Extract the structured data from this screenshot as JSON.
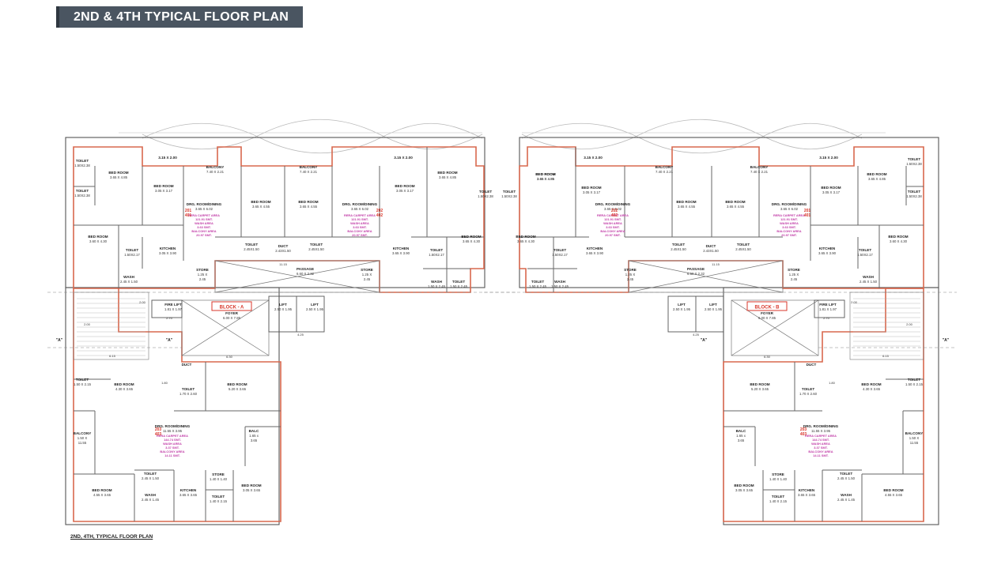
{
  "header": {
    "title": "2ND & 4TH TYPICAL FLOOR PLAN"
  },
  "caption": "2ND, 4TH, TYPICAL FLOOR PLAN",
  "colors": {
    "title_bg": "#4a5561",
    "outline": "#d8684e",
    "wall": "#555555",
    "pink": "#c03aa6",
    "red": "#d8372b"
  },
  "blocks": [
    {
      "label": "BLOCK - A"
    },
    {
      "label": "BLOCK - B"
    }
  ],
  "rooms": {
    "a_toilet_tl1": [
      "TOILET",
      "1.50X2.38"
    ],
    "a_toilet_tl2": [
      "TOILET",
      "1.50X2.38"
    ],
    "a_bed_1": [
      "BED ROOM",
      "3.65 X 4.85"
    ],
    "a_bed_2": [
      "BED ROOM",
      "3.05 X 3.17"
    ],
    "a_dim_top1": [
      "3.15 X 2.00"
    ],
    "a_balc_1": [
      "BALCONY",
      "7.40 X 2.21"
    ],
    "a_bed_3": [
      "BED ROOM",
      "3.65 X 4.55"
    ],
    "a_drg_1": [
      "DRG. ROOM/DINING",
      "3.65 X 6.02"
    ],
    "a_bed_4": [
      "BED ROOM",
      "3.65 X 4.85"
    ],
    "a_bed_5": [
      "BED ROOM",
      "3.60 X 4.30"
    ],
    "a_toilet_3": [
      "TOILET",
      "1.50X2.17"
    ],
    "a_kitchen_1": [
      "KITCHEN",
      "3.05 X 3.90"
    ],
    "a_wash_1": [
      "WASH",
      "2.45 X 1.50"
    ],
    "a_store_1": [
      "STORE",
      "1.25 X",
      "2.45"
    ],
    "a_toilet_4": [
      "TOILET",
      "2.45X1.50"
    ],
    "a_toilet_5": [
      "TOILET",
      "2.45X1.50"
    ],
    "a_duct_1": [
      "DUCT",
      "2.43X1.50"
    ],
    "a_passage": [
      "PASSAGE",
      "6.60 X 2.32"
    ],
    "a_store_2": [
      "STORE",
      "1.25 X",
      "2.45"
    ],
    "a_balc_2": [
      "BALCONY",
      "7.40 X 2.21"
    ],
    "a_dim_top2": [
      "3.15 X 2.00"
    ],
    "a_bed_6": [
      "BED ROOM",
      "3.65 X 4.55"
    ],
    "a_drg_2": [
      "DRG. ROOM/DINING",
      "3.65 X 6.02"
    ],
    "a_bed_7": [
      "BED ROOM",
      "3.05 X 3.17"
    ],
    "a_bed_8": [
      "BED ROOM",
      "3.65 X 4.85"
    ],
    "a_kitchen_2": [
      "KITCHEN",
      "3.65 X 3.90"
    ],
    "a_toilet_6": [
      "TOILET",
      "1.50X2.17"
    ],
    "a_bed_9": [
      "BED ROOM",
      "3.65 X 4.30"
    ],
    "a_toilet_7": [
      "TOILET",
      "1.50X2.38"
    ],
    "a_wash_2": [
      "WASH",
      "1.50 X 2.45"
    ],
    "a_toilet_8": [
      "TOILET",
      "1.50 X 2.45"
    ],
    "a_fire_lift": [
      "FIRE LIFT",
      "1.81 X 1.97"
    ],
    "a_lift_1": [
      "LIFT",
      "2.50 X 1.95"
    ],
    "a_lift_2": [
      "LIFT",
      "2.50 X 1.95"
    ],
    "a_foyer": [
      "FOYER",
      "6.00 X 7.85"
    ],
    "a_toilet_9": [
      "TOILET",
      "1.50 X 2.15"
    ],
    "a_bed_10": [
      "BED ROOM",
      "4.30 X 3.65"
    ],
    "a_toilet_10": [
      "TOILET",
      "1.70 X 2.60"
    ],
    "a_bed_11": [
      "BED ROOM",
      "5.20 X 3.65"
    ],
    "a_duct_2": [
      "DUCT"
    ],
    "a_balc_3": [
      "BALCONY",
      "1.50 X",
      "11.55"
    ],
    "a_drg_3": [
      "DRG. ROOM/DINING",
      "11.55 X 3.95"
    ],
    "a_bal_4": [
      "BALC",
      "1.65 x",
      "3.65"
    ],
    "a_toilet_11": [
      "TOILET",
      "2.45 X 1.50"
    ],
    "a_store_3": [
      "STORE",
      "1.40 X 1.40"
    ],
    "a_wash_3": [
      "WASH",
      "2.45 X 1.45"
    ],
    "a_kitchen_3": [
      "KITCHEN",
      "3.65 X 3.65"
    ],
    "a_toilet_12": [
      "TOILET",
      "1.40 X 2.15"
    ],
    "a_bed_12": [
      "BED ROOM",
      "4.55 X 3.65"
    ],
    "a_bed_13": [
      "BED ROOM",
      "3.05 X 3.65"
    ],
    "b_toilet_tl1": [
      "TOILET",
      "1.50X2.38"
    ],
    "b_toilet_tl2": [
      "TOILET",
      "1.50X2.38"
    ],
    "b_bed_1": [
      "BED ROOM",
      "3.65 X 4.85"
    ],
    "b_bed_2": [
      "BED ROOM",
      "3.05 X 3.17"
    ],
    "b_dim_top1": [
      "3.15 X 2.00"
    ],
    "b_balc_1": [
      "BALCONY",
      "7.40 X 2.21"
    ],
    "b_bed_3": [
      "BED ROOM",
      "3.65 X 4.55"
    ],
    "b_drg_1": [
      "DRG. ROOM/DINING",
      "3.65 X 6.02"
    ],
    "b_bed_4": [
      "BED ROOM",
      "3.65 X 4.85"
    ],
    "b_bed_5": [
      "BED ROOM",
      "3.60 X 4.30"
    ],
    "b_toilet_3": [
      "TOILET",
      "1.50X2.17"
    ],
    "b_kitchen_1": [
      "KITCHEN",
      "3.65 X 3.90"
    ],
    "b_wash_1": [
      "WASH",
      "2.45 X 1.50"
    ],
    "b_store_1": [
      "STORE",
      "1.25 X",
      "2.45"
    ],
    "b_toilet_4": [
      "TOILET",
      "2.45X1.50"
    ],
    "b_toilet_5": [
      "TOILET",
      "2.45X1.50"
    ],
    "b_duct_1": [
      "DUCT",
      "2.43X1.50"
    ],
    "b_passage": [
      "PASSAGE",
      "6.60 X 2.32"
    ],
    "b_store_2": [
      "STORE",
      "1.25 X",
      "2.45"
    ],
    "b_balc_2": [
      "BALCONY",
      "7.40 X 2.21"
    ],
    "b_dim_top2": [
      "3.15 X 2.00"
    ],
    "b_bed_6": [
      "BED ROOM",
      "3.65 X 4.55"
    ],
    "b_drg_2": [
      "DRG. ROOM/DINING",
      "3.65 X 6.02"
    ],
    "b_bed_7": [
      "BED ROOM",
      "3.05 X 3.17"
    ],
    "b_bed_8": [
      "BED ROOM",
      "3.65 X 4.85"
    ],
    "b_kitchen_2": [
      "KITCHEN",
      "3.65 X 3.90"
    ],
    "b_toilet_6": [
      "TOILET",
      "1.50X2.17"
    ],
    "b_bed_9": [
      "BED ROOM",
      "3.65 X 4.30"
    ],
    "b_toilet_7": [
      "TOILET",
      "1.50X2.38"
    ],
    "b_wash_2": [
      "WASH",
      "1.50 X 2.45"
    ],
    "b_toilet_8": [
      "TOILET",
      "1.50 X 2.45"
    ],
    "b_fire_lift": [
      "FIRE LIFT",
      "1.81 X 1.97"
    ],
    "b_lift_1": [
      "LIFT",
      "2.50 X 1.95"
    ],
    "b_lift_2": [
      "LIFT",
      "2.50 X 1.95"
    ],
    "b_foyer": [
      "FOYER",
      "6.00 X 7.85"
    ],
    "b_toilet_9": [
      "TOILET",
      "1.50 X 2.15"
    ],
    "b_bed_10": [
      "BED ROOM",
      "4.30 X 3.65"
    ],
    "b_toilet_10": [
      "TOILET",
      "1.70 X 2.60"
    ],
    "b_bed_11": [
      "BED ROOM",
      "5.20 X 3.65"
    ],
    "b_duct_2": [
      "DUCT"
    ],
    "b_balc_3": [
      "BALCONY",
      "1.50 X",
      "11.55"
    ],
    "b_drg_3": [
      "DRG. ROOM/DINING",
      "11.55 X 3.95"
    ],
    "b_bal_4": [
      "BALC",
      "1.65 x",
      "3.65"
    ],
    "b_toilet_11": [
      "TOILET",
      "2.45 X 1.50"
    ],
    "b_store_3": [
      "STORE",
      "1.40 X 1.40"
    ],
    "b_wash_3": [
      "WASH",
      "2.45 X 1.45"
    ],
    "b_kitchen_3": [
      "KITCHEN",
      "3.65 X 3.65"
    ],
    "b_toilet_12": [
      "TOILET",
      "1.40 X 2.15"
    ],
    "b_bed_12": [
      "BED ROOM",
      "4.55 X 3.65"
    ],
    "b_bed_13": [
      "BED ROOM",
      "3.05 X 3.65"
    ]
  },
  "area_notes": {
    "a_note_1": [
      "RERA CARPET AREA",
      "121.91 SMT.",
      "WASH AREA",
      "3.63 SMT.",
      "BALCONY AREA",
      "20.97 SMT."
    ],
    "a_note_2": [
      "RERA CARPET AREA",
      "121.91 SMT.",
      "WASH AREA",
      "3.63 SMT.",
      "BALCONY AREA",
      "20.97 SMT."
    ],
    "a_note_3": [
      "RERA CARPET AREA",
      "144.74 SMT.",
      "WASH AREA",
      "3.37 SMT.",
      "BALCONY AREA",
      "14.11 SMT."
    ],
    "b_note_1": [
      "RERA CARPET AREA",
      "121.91 SMT.",
      "WASH AREA",
      "3.63 SMT.",
      "BALCONY AREA",
      "20.97 SMT."
    ],
    "b_note_2": [
      "RERA CARPET AREA",
      "121.91 SMT.",
      "WASH AREA",
      "3.63 SMT.",
      "BALCONY AREA",
      "20.97 SMT."
    ],
    "b_note_3": [
      "RERA CARPET AREA",
      "144.74 SMT.",
      "WASH AREA",
      "3.37 SMT.",
      "BALCONY AREA",
      "14.11 SMT."
    ]
  },
  "unit_numbers": {
    "a_u1": [
      "201",
      "401"
    ],
    "a_u2": [
      "202",
      "402"
    ],
    "a_u3": [
      "203",
      "403"
    ],
    "b_u1": [
      "202",
      "402"
    ],
    "b_u2": [
      "201",
      "401"
    ],
    "b_u3": [
      "203",
      "403"
    ]
  },
  "dims": {
    "d1": "11.15",
    "d2": "11.15",
    "d3": "2.00",
    "d4": "2.00",
    "d5": "2.00",
    "d6": "2.00",
    "d7": "6.30",
    "d8": "6.30",
    "d9": "4.25",
    "d10": "4.25",
    "d11": "2.70",
    "d12": "2.70",
    "d13": "6.15",
    "d14": "6.15",
    "d15": "1.80",
    "d16": "1.80"
  },
  "markers": {
    "a_left": "\"A\"",
    "a_mid": "\"A\"",
    "b_mid": "\"A\"",
    "b_right": "\"A\""
  }
}
